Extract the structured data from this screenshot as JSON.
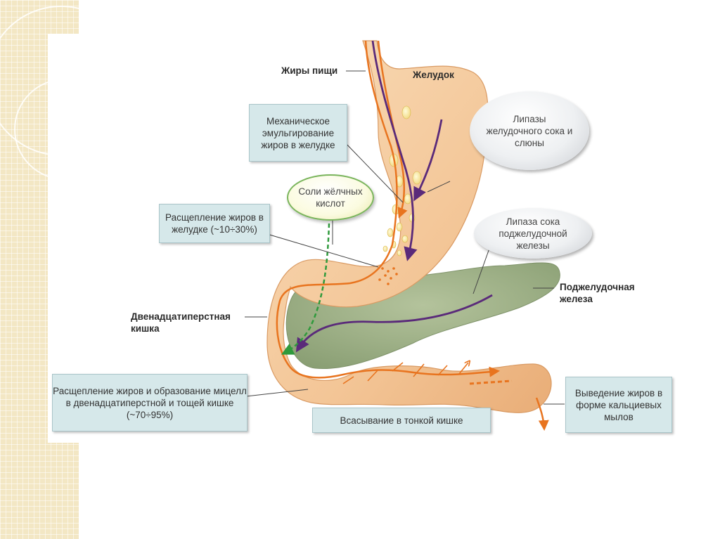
{
  "labels": {
    "food_fats": "Жиры пищи",
    "stomach": "Желудок",
    "pancreas": "Поджелудочная железа",
    "duodenum": "Двенадцатиперстная кишка"
  },
  "boxes": {
    "mech_emulsification": "Механическое эмульгирование жиров в желудке",
    "gastric_breakdown": "Расщепление жиров в желудке (~10÷30%)",
    "duodenal_breakdown": "Расщепление жиров и образование мицелл в двенадцатиперстной и тощей кишке (~70÷95%)",
    "absorption": "Всасывание в тонкой кишке",
    "excretion": "Выведение жиров в форме кальциевых мылов"
  },
  "bubbles": {
    "gastric_lipases": "Липазы желудочного сока и слюны",
    "pancreatic_lipase": "Липаза сока поджелудочной железы",
    "bile_salts": "Соли жёлчных кислот"
  },
  "colors": {
    "stomach": "#f3c596",
    "pancreas": "#9aae82",
    "orange_path": "#e8741f",
    "purple_path": "#5a2a7a",
    "green_path": "#2f9a3c",
    "box_fill": "#d6e8ea",
    "background_panel": "#f3e7c4"
  }
}
